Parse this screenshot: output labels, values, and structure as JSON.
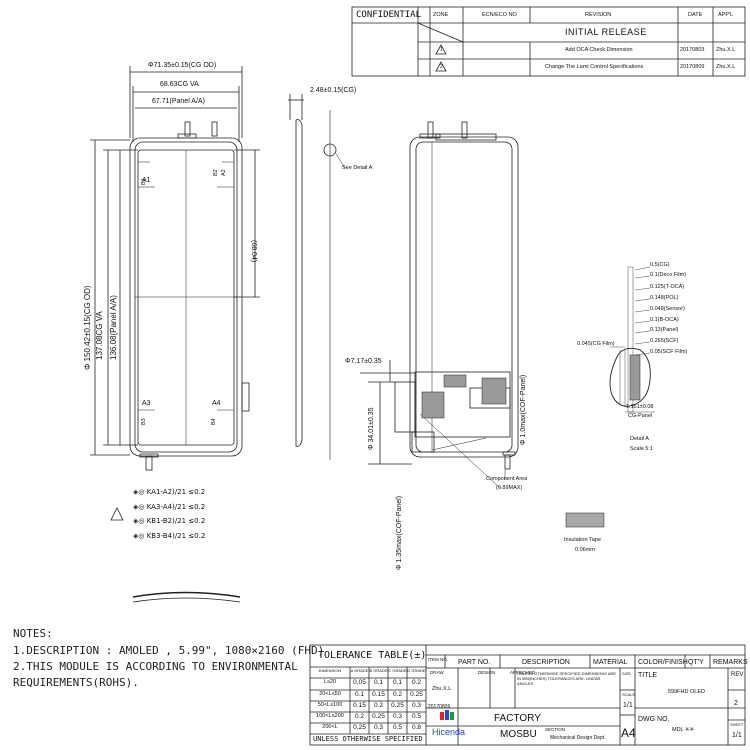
{
  "revision_block": {
    "confidential": "CONFIDENTIAL",
    "headers": {
      "zone": "ZONE",
      "ecn": "ECN/ECO NO",
      "revision": "REVISION",
      "date": "DATE",
      "appl": "APP'L"
    },
    "rows": [
      {
        "mark": "",
        "revision": "INITIAL RELEASE",
        "date": "",
        "appl": ""
      },
      {
        "mark": "1",
        "revision": "Add OCA Check Dimension",
        "date": "20170803",
        "appl": "Zhu.X.L"
      },
      {
        "mark": "2",
        "revision": "Change The Lami Control Specifications",
        "date": "20170809",
        "appl": "Zhu.X.L"
      }
    ]
  },
  "front_view": {
    "dim_cg_od_width": "Φ71.35±0.15(CG OD)",
    "dim_va_width": "68.63CG VA",
    "dim_panel_aa_width": "67.71(Panel A/A)",
    "dim_cg_od_height": "Φ 150.42±0.15(CG OD)",
    "dim_va_height": "137.08CG VA",
    "dim_panel_aa_height": "136.08(Panel A/A)",
    "dim_half_height": "(68.04)",
    "label_b1": "B1",
    "label_a1": "A1",
    "label_a2": "A2",
    "label_b2": "B2",
    "label_a3": "A3",
    "label_b3": "B3",
    "label_a4": "A4",
    "label_b4": "B4"
  },
  "side_view": {
    "dim_thickness": "2.48±0.15(CG)",
    "see_detail": "See Detail A"
  },
  "back_view": {
    "dim_fpc_width": "Φ7.17±0.35",
    "dim_fpc_length": "Φ 34.01±0.35",
    "dim_cof_panel_1": "Φ 1.0max(COF-Panel)",
    "dim_cof_panel_2": "Φ 1.35max(COF-Panel)",
    "component_area": "Component Area",
    "component_height": "(0.89MAX)"
  },
  "tolerance_notes": [
    "◈◎ KA1-A2)/21 ≤0.2",
    "◈◎ KA3-A4)/21 ≤0.2",
    "◈◎ KB1-B2)/21 ≤0.2",
    "◈◎ KB3-B4)/21 ≤0.2"
  ],
  "detail_a": {
    "layers": [
      "0.5(CG)",
      "0.1(Deco Film)",
      "0.125(T-OCA)",
      "0.148(POL)",
      "0.048(Sensor)",
      "0.1(B-OCA)",
      "0.13(Panel)",
      "0.265(SCF)",
      "0.05(SCF Film)"
    ],
    "cg_film": "0.045(CG Film)",
    "cg_panel_dim": "1.151±0.08",
    "cg_panel_label": "CG-Panel",
    "title": "Detail A",
    "scale": "Scale 5:1"
  },
  "insulation": {
    "label": "Insulation Tape",
    "thickness": "0.06mm"
  },
  "notes": {
    "heading": "NOTES:",
    "lines": [
      "1.DESCRIPTION : AMOLED , 5.99\", 1080×2160 (FHD)",
      "2.THIS MODULE IS ACCORDING TO ENVIRONMENTAL",
      "REQUIREMENTS(ROHS)."
    ]
  },
  "tolerance_table": {
    "title": "TOLERANCE TABLE(±)",
    "header": [
      "DIMENSION",
      "A GRADE",
      "B GRADE",
      "C GRADE",
      "D GRADE"
    ],
    "rows": [
      [
        "L≤20",
        "0.05",
        "0.1",
        "0.1",
        "0.2"
      ],
      [
        "20<L≤50",
        "0.1",
        "0.15",
        "0.2",
        "0.25"
      ],
      [
        "50<L≤100",
        "0.15",
        "0.2",
        "0.25",
        "0.3"
      ],
      [
        "100<L≤200",
        "0.2",
        "0.25",
        "0.3",
        "0.5"
      ],
      [
        "200<L",
        "0.25",
        "0.3",
        "0.5",
        "0.8"
      ]
    ],
    "footer": "UNLESS OTHERWISE SPECIFIED"
  },
  "title_block": {
    "item_no": "ITEM NO.",
    "part_no": "PART NO.",
    "description": "DESCRIPTION",
    "material": "MATERIAL",
    "color_finish": "COLOR/FINISH",
    "qty": "QT'Y",
    "remarks": "REMARKS",
    "draw": "DRAW",
    "design": "DESIGN",
    "approved": "APPROVED",
    "drawer": "Zhu.X.L",
    "date": "20170809",
    "general_notes": "UNLESS OTHERWISE SPECIFIED DIMENSIONS ARE IN MM(INCHES) TOLERANCES ARE: LINEAR ANGLES",
    "factory": "FACTORY",
    "factory_value": "MOSBU",
    "company": "Hicenda",
    "section_label": "SECTION",
    "section_value": "Mechanical Design Dept.",
    "title_label": "TITLE",
    "title_value": "599FHD OLED",
    "dwg_no_label": "DWG NO.",
    "dwg_no_value": "MDL ※※",
    "size_label": "SIZE",
    "size_value": "A4",
    "rev_label": "REV",
    "rev_value": "2",
    "scale_label": "SCALE",
    "scale_value": "1/1",
    "sheet_label": "SHEET",
    "sheet_value": "1/1"
  }
}
